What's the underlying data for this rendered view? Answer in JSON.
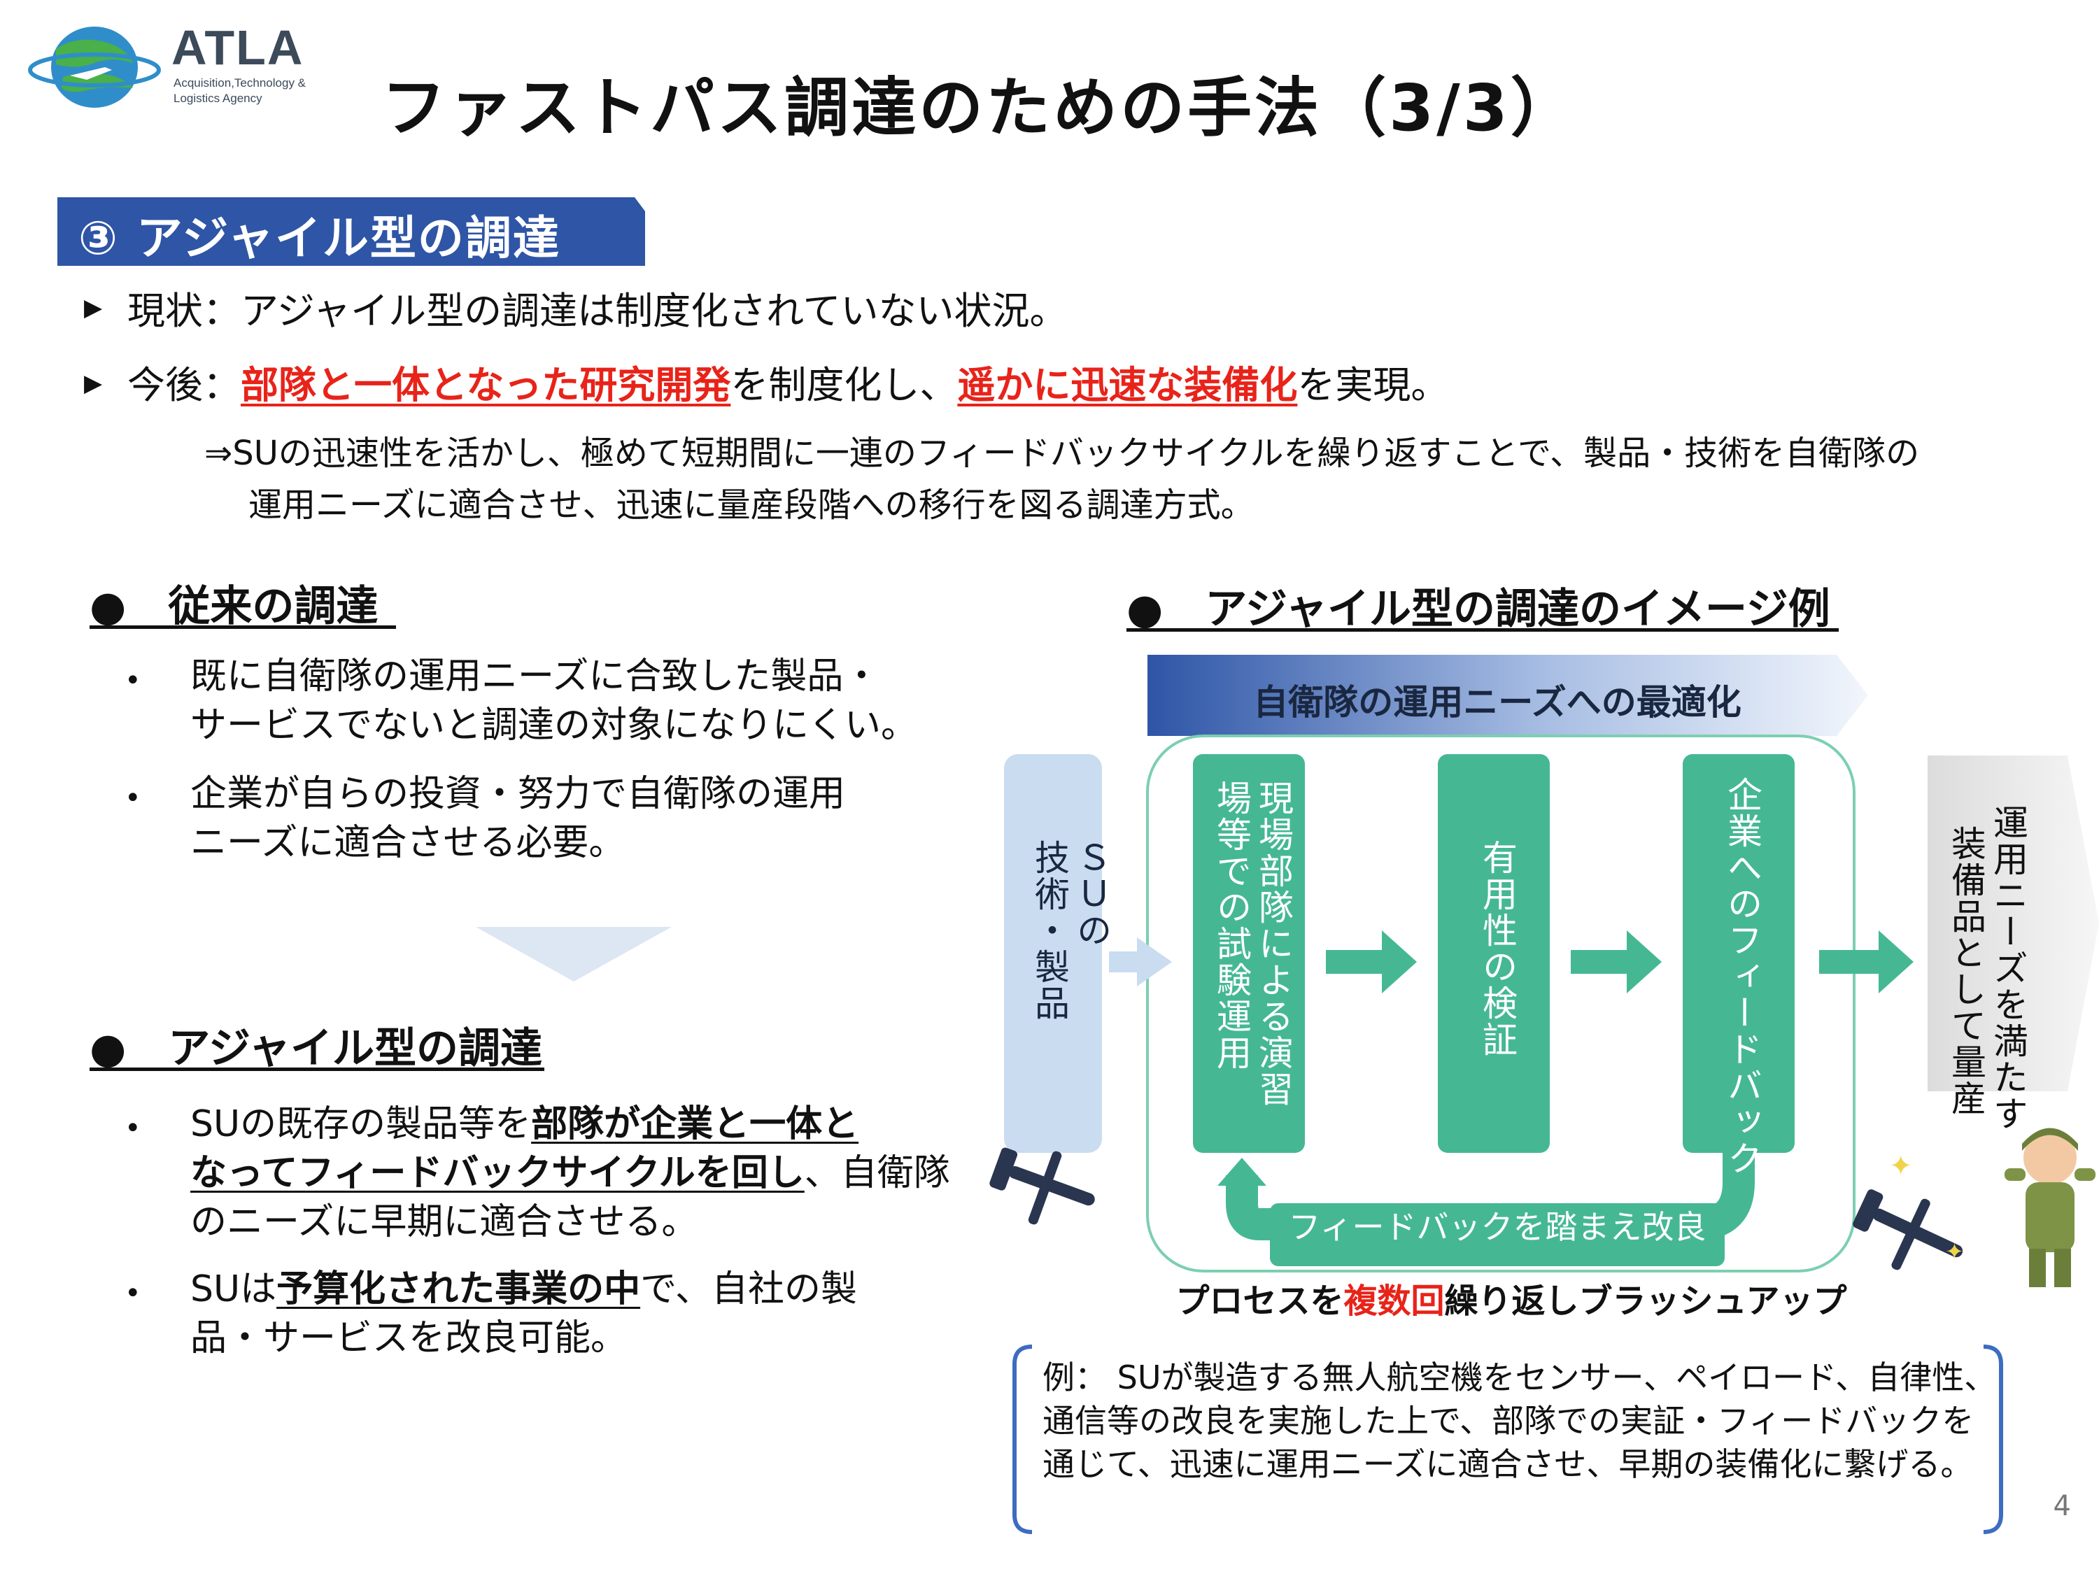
{
  "header": {
    "logo_name": "ATLA",
    "logo_subtitle_1": "Acquisition,Technology &",
    "logo_subtitle_2": "Logistics Agency",
    "title": "ファストパス調達のための手法（3/3）"
  },
  "section": {
    "label": "③ アジャイル型の調達"
  },
  "summary": {
    "bullet_1": "現状：アジャイル型の調達は制度化されていない状況。",
    "bullet_2_prefix": "今後：",
    "bullet_2_red_1": "部隊と一体となった研究開発",
    "bullet_2_mid": "を制度化し、",
    "bullet_2_red_2": "遥かに迅速な装備化",
    "bullet_2_suffix": "を実現。",
    "note_line_1": "⇒SUの迅速性を活かし、極めて短期間に一連のフィードバックサイクルを繰り返すことで、製品・技術を自衛隊の",
    "note_line_2": "運用ニーズに適合させ、迅速に量産段階への移行を図る調達方式。"
  },
  "left": {
    "conventional_heading": "●　従来の調達",
    "conventional_items": [
      [
        "既に自衛隊の運用ニーズに合致した製品・",
        "サービスでないと調達の対象になりにくい。"
      ],
      [
        "企業が自らの投資・努力で自衛隊の運用",
        "ニーズに適合させる必要。"
      ]
    ],
    "agile_heading": "●　アジャイル型の調達",
    "agile_item_1": {
      "a": "SUの既存の製品等を",
      "b": "部隊が企業と一体と",
      "c": "なってフィードバックサイクルを回し",
      "d": "、自衛隊",
      "e": "のニーズに早期に適合させる。"
    },
    "agile_item_2": {
      "a": "SUは",
      "b": "予算化された事業の中",
      "c": "で、自社の製",
      "d": "品・サービスを改良可能。"
    }
  },
  "diagram": {
    "heading": "●　アジャイル型の調達のイメージ例",
    "top_arrow_label": "自衛隊の運用ニーズへの最適化",
    "input_col_1": "ＳＵの",
    "input_col_2": "技術・製品",
    "step_1_col_1": "現場部隊による演習",
    "step_1_col_2": "場等での試験運用",
    "step_2": "有用性の検証",
    "step_3": "企業へのフィードバック",
    "feedback_label": "フィードバックを踏まえ改良",
    "process_prefix": "プロセスを",
    "process_red": "複数回",
    "process_suffix": "繰り返しブラッシュアップ",
    "output_col_1": "運用ニーズを満たす",
    "output_col_2": "装備品として量産",
    "example_line_1": "例：  SUが製造する無人航空機をセンサー、ペイロード、自律性、",
    "example_line_2": "通信等の改良を実施した上で、部隊での実証・フィードバックを",
    "example_line_3": "通じて、迅速に運用ニーズに適合させ、早期の装備化に繋げる。"
  },
  "page_number": "4",
  "colors": {
    "banner_blue": "#2e55a6",
    "teal": "#45b893",
    "red": "#e8231a",
    "light_blue": "#c9dcf0",
    "bracket_blue": "#3d6cc0"
  }
}
